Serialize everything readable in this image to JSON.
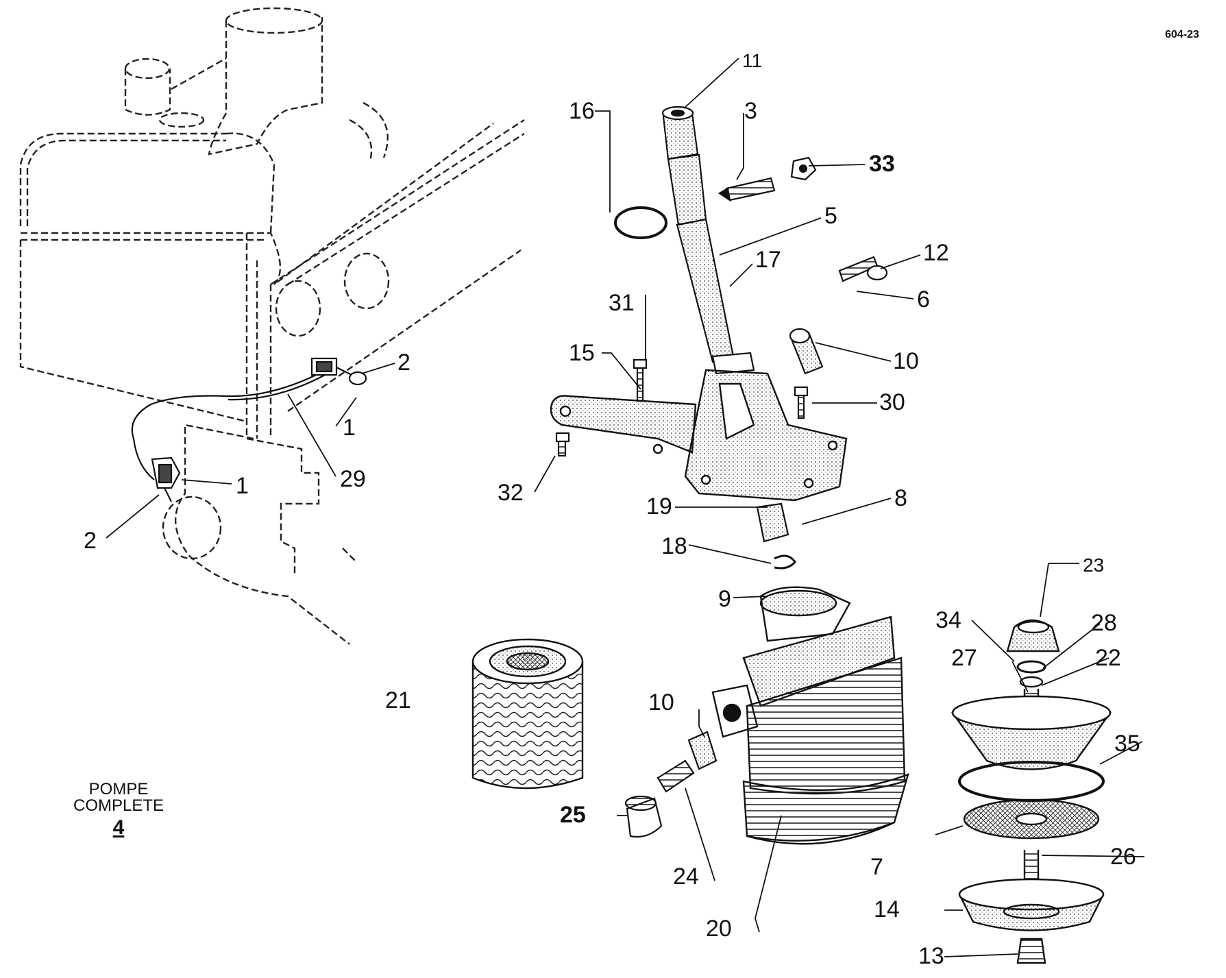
{
  "drawing_code": "604-23",
  "caption": {
    "line1": "POMPE",
    "line2": "COMPLETE",
    "number": "4"
  },
  "callouts": [
    {
      "id": "c11",
      "text": "11"
    },
    {
      "id": "c16",
      "text": "16"
    },
    {
      "id": "c3",
      "text": "3"
    },
    {
      "id": "c33",
      "text": "33"
    },
    {
      "id": "c5",
      "text": "5"
    },
    {
      "id": "c17",
      "text": "17"
    },
    {
      "id": "c12",
      "text": "12"
    },
    {
      "id": "c6",
      "text": "6"
    },
    {
      "id": "c31",
      "text": "31"
    },
    {
      "id": "c10a",
      "text": "10"
    },
    {
      "id": "c15",
      "text": "15"
    },
    {
      "id": "c30",
      "text": "30"
    },
    {
      "id": "c2a",
      "text": "2"
    },
    {
      "id": "c1a",
      "text": "1"
    },
    {
      "id": "c29",
      "text": "29"
    },
    {
      "id": "c1b",
      "text": "1"
    },
    {
      "id": "c2b",
      "text": "2"
    },
    {
      "id": "c32",
      "text": "32"
    },
    {
      "id": "c19",
      "text": "19"
    },
    {
      "id": "c8",
      "text": "8"
    },
    {
      "id": "c18",
      "text": "18"
    },
    {
      "id": "c23",
      "text": "23"
    },
    {
      "id": "c9",
      "text": "9"
    },
    {
      "id": "c34",
      "text": "34"
    },
    {
      "id": "c28",
      "text": "28"
    },
    {
      "id": "c27",
      "text": "27"
    },
    {
      "id": "c22",
      "text": "22"
    },
    {
      "id": "c21",
      "text": "21"
    },
    {
      "id": "c10b",
      "text": "10"
    },
    {
      "id": "c35",
      "text": "35"
    },
    {
      "id": "c25",
      "text": "25"
    },
    {
      "id": "c24",
      "text": "24"
    },
    {
      "id": "c7",
      "text": "7"
    },
    {
      "id": "c26",
      "text": "26"
    },
    {
      "id": "c20",
      "text": "20"
    },
    {
      "id": "c14",
      "text": "14"
    },
    {
      "id": "c13",
      "text": "13"
    }
  ]
}
